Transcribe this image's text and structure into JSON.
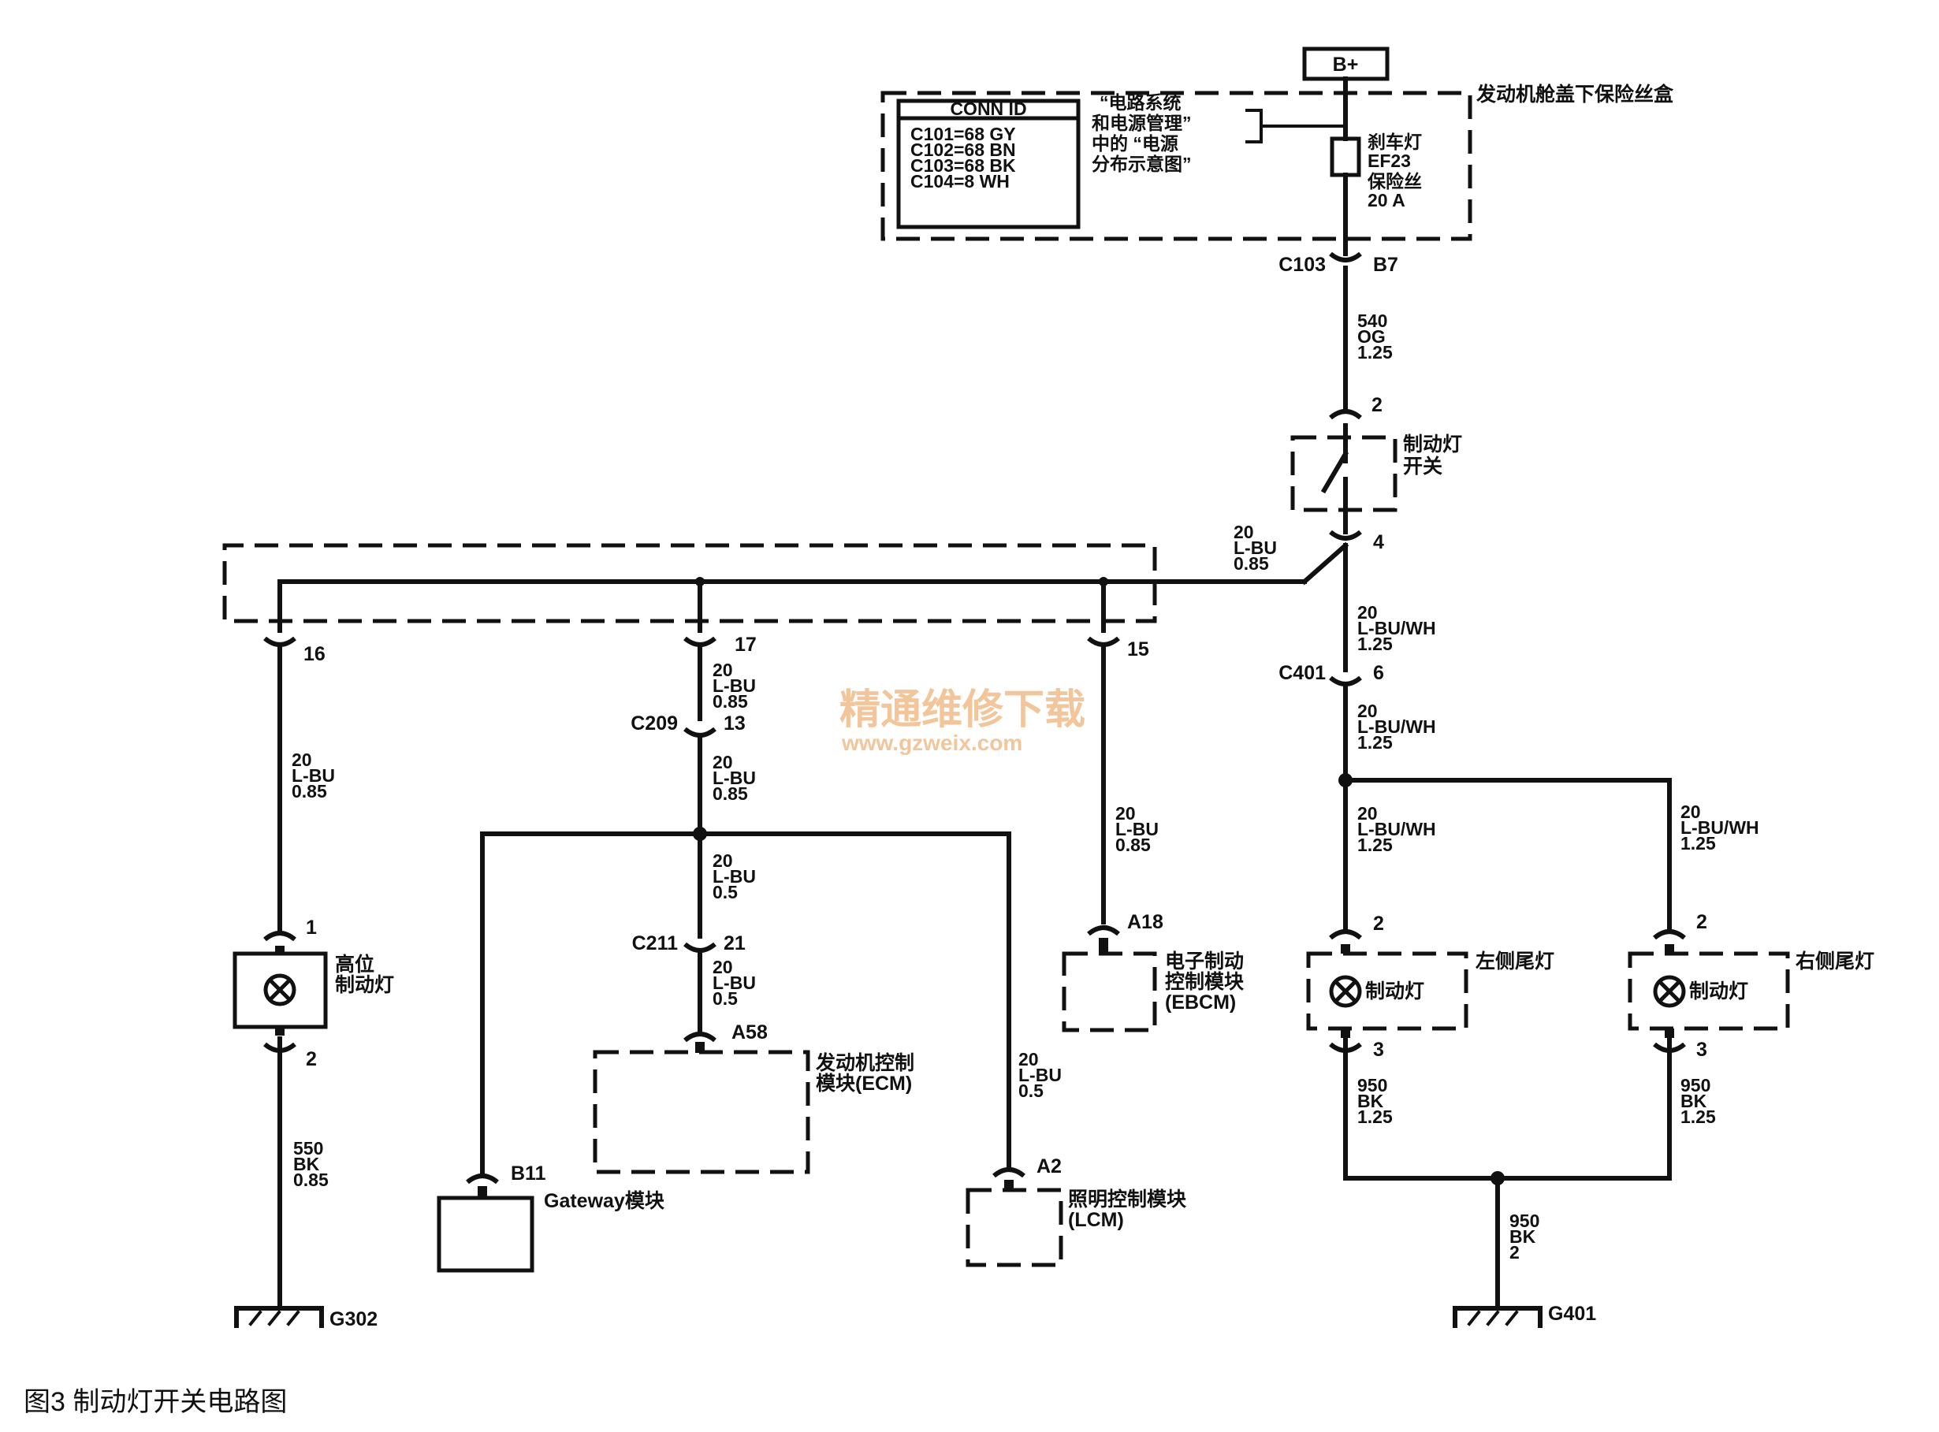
{
  "watermark": {
    "cn": "精通维修下载",
    "url": "www.gzweix.com"
  },
  "caption": "图3  制动灯开关电路图",
  "power": {
    "label": "B+"
  },
  "fuse_box": {
    "title": "发动机舱盖下保险丝盒",
    "conn_id": {
      "header": "CONN ID",
      "rows": [
        "C101=68 GY",
        "C102=68 BN",
        "C103=68 BK",
        "C104=8 WH"
      ]
    },
    "ref_note": [
      "“电路系统",
      "和电源管理”",
      "中的 “电源",
      "分布示意图”"
    ],
    "fuse": [
      "刹车灯",
      "EF23",
      "保险丝",
      "20 A"
    ]
  },
  "connectors": {
    "c103": {
      "name": "C103",
      "pin": "B7"
    },
    "switch_in_pin": "2",
    "switch_out_pin": "4",
    "c401": {
      "name": "C401",
      "pin": "6"
    },
    "hmsl_in_pin": "16",
    "ebcm_in_pin": "15",
    "c209_top_pin": "17",
    "c209": {
      "name": "C209",
      "pin": "13"
    },
    "c211": {
      "name": "C211",
      "pin": "21"
    },
    "ecm_pin": "A58",
    "gateway_pin": "B11",
    "lcm_pin": "A2",
    "ebcm_pin": "A18",
    "hmsl_pin1": "1",
    "hmsl_pin2": "2",
    "lt_pin2": "2",
    "lt_pin3": "3",
    "rt_pin2": "2",
    "rt_pin3": "3"
  },
  "wires": {
    "fuse_out": [
      "540",
      "OG",
      "1.25"
    ],
    "switch_out": [
      "20",
      "L-BU",
      "0.85"
    ],
    "to_c401": [
      "20",
      "L-BU/WH",
      "1.25"
    ],
    "after_c401": [
      "20",
      "L-BU/WH",
      "1.25"
    ],
    "to_left_tail": [
      "20",
      "L-BU/WH",
      "1.25"
    ],
    "to_right_tail": [
      "20",
      "L-BU/WH",
      "1.25"
    ],
    "to_hmsl": [
      "20",
      "L-BU",
      "0.85"
    ],
    "c209_top": [
      "20",
      "L-BU",
      "0.85"
    ],
    "c209_bottom": [
      "20",
      "L-BU",
      "0.85"
    ],
    "to_c211": [
      "20",
      "L-BU",
      "0.5"
    ],
    "to_ecm": [
      "20",
      "L-BU",
      "0.5"
    ],
    "to_lcm": [
      "20",
      "L-BU",
      "0.5"
    ],
    "to_ebcm": [
      "20",
      "L-BU",
      "0.85"
    ],
    "hmsl_ground": [
      "550",
      "BK",
      "0.85"
    ],
    "left_ground": [
      "950",
      "BK",
      "1.25"
    ],
    "right_ground": [
      "950",
      "BK",
      "1.25"
    ],
    "g401_wire": [
      "950",
      "BK",
      "2"
    ]
  },
  "components": {
    "brake_switch": [
      "制动灯",
      "开关"
    ],
    "hmsl": [
      "高位",
      "制动灯"
    ],
    "ecm": [
      "发动机控制",
      "模块(ECM)"
    ],
    "gateway": "Gateway模块",
    "lcm": [
      "照明控制模块",
      "(LCM)"
    ],
    "ebcm": [
      "电子制动",
      "控制模块",
      "(EBCM)"
    ],
    "left_tail": {
      "name": "左侧尾灯",
      "lamp": "制动灯"
    },
    "right_tail": {
      "name": "右侧尾灯",
      "lamp": "制动灯"
    }
  },
  "grounds": {
    "g302": "G302",
    "g401": "G401"
  }
}
